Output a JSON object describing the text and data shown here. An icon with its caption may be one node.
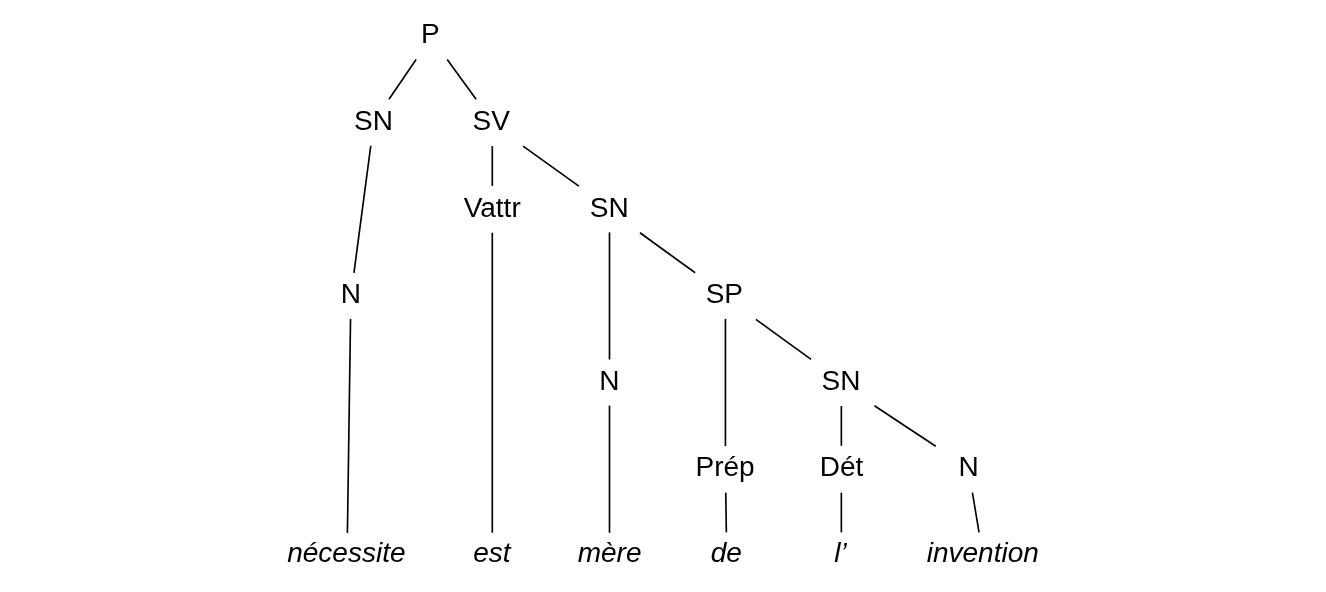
{
  "diagram": {
    "nodes": [
      {
        "text": [
          "P"
        ]
      },
      {
        "text": [
          "SN"
        ]
      },
      {
        "text": [
          "SV"
        ]
      },
      {
        "text": [
          "Vattr"
        ]
      },
      {
        "text": [
          "SN"
        ]
      },
      {
        "text": [
          "N"
        ]
      },
      {
        "text": [
          "N"
        ]
      },
      {
        "text": [
          "SP"
        ]
      },
      {
        "text": [
          "Prép"
        ]
      },
      {
        "text": [
          "SN"
        ]
      },
      {
        "text": [
          "Dét"
        ]
      },
      {
        "text": [
          "N"
        ]
      },
      {
        "text": [
          "nécessite"
        ]
      },
      {
        "text": [
          "est"
        ]
      },
      {
        "text": [
          "mère"
        ]
      },
      {
        "text": [
          "de"
        ]
      },
      {
        "text": [
          "l’"
        ]
      },
      {
        "text": [
          "invention"
        ]
      }
    ],
    "edges": [
      {
        "from": 0,
        "to": 1,
        "arrow": "none"
      },
      {
        "from": 0,
        "to": 2,
        "arrow": "none"
      },
      {
        "from": 1,
        "to": 5,
        "arrow": "none"
      },
      {
        "from": 5,
        "to": 12,
        "arrow": "none"
      },
      {
        "from": 2,
        "to": 3,
        "arrow": "none"
      },
      {
        "from": 2,
        "to": 4,
        "arrow": "none"
      },
      {
        "from": 3,
        "to": 13,
        "arrow": "none"
      },
      {
        "from": 4,
        "to": 6,
        "arrow": "none"
      },
      {
        "from": 4,
        "to": 7,
        "arrow": "none"
      },
      {
        "from": 6,
        "to": 14,
        "arrow": "none"
      },
      {
        "from": 7,
        "to": 8,
        "arrow": "none"
      },
      {
        "from": 7,
        "to": 9,
        "arrow": "none"
      },
      {
        "from": 8,
        "to": 15,
        "arrow": "none"
      },
      {
        "from": 9,
        "to": 10,
        "arrow": "none"
      },
      {
        "from": 9,
        "to": 11,
        "arrow": "none"
      },
      {
        "from": 10,
        "to": 16,
        "arrow": "none"
      },
      {
        "from": 11,
        "to": 17,
        "arrow": "none"
      }
    ]
  }
}
